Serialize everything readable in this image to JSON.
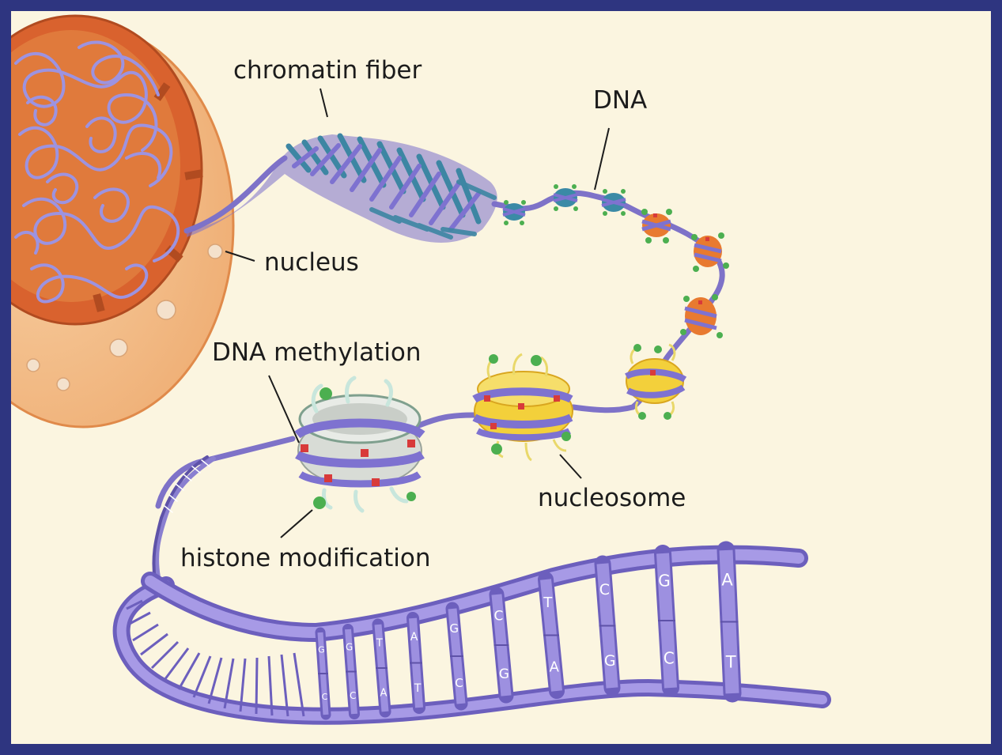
{
  "labels": {
    "chromatin_fiber": "chromatin fiber",
    "dna": "DNA",
    "nucleus": "nucleus",
    "dna_methylation": "DNA methylation",
    "nucleosome": "nucleosome",
    "histone_modification": "histone modification"
  },
  "base_pairs": [
    {
      "top": "G",
      "bottom": "C"
    },
    {
      "top": "G",
      "bottom": "C"
    },
    {
      "top": "T",
      "bottom": "A"
    },
    {
      "top": "A",
      "bottom": "T"
    },
    {
      "top": "G",
      "bottom": "C"
    },
    {
      "top": "C",
      "bottom": "G"
    },
    {
      "top": "T",
      "bottom": "A"
    },
    {
      "top": "C",
      "bottom": "G"
    },
    {
      "top": "G",
      "bottom": "C"
    },
    {
      "top": "A",
      "bottom": "T"
    }
  ],
  "colors": {
    "border": "#2e3580",
    "background": "#fbf5e0",
    "dna": "#8a7fd0",
    "dna_dark": "#5e52a8",
    "nucleus": "#e78a4c",
    "nucleus_light": "#f6c89a",
    "histone_yellow": "#f3d03b",
    "histone_orange": "#e87a30",
    "histone_gray": "#d8dcd6",
    "methyl_mark": "#d83a3a",
    "modification_green": "#4caf50"
  }
}
